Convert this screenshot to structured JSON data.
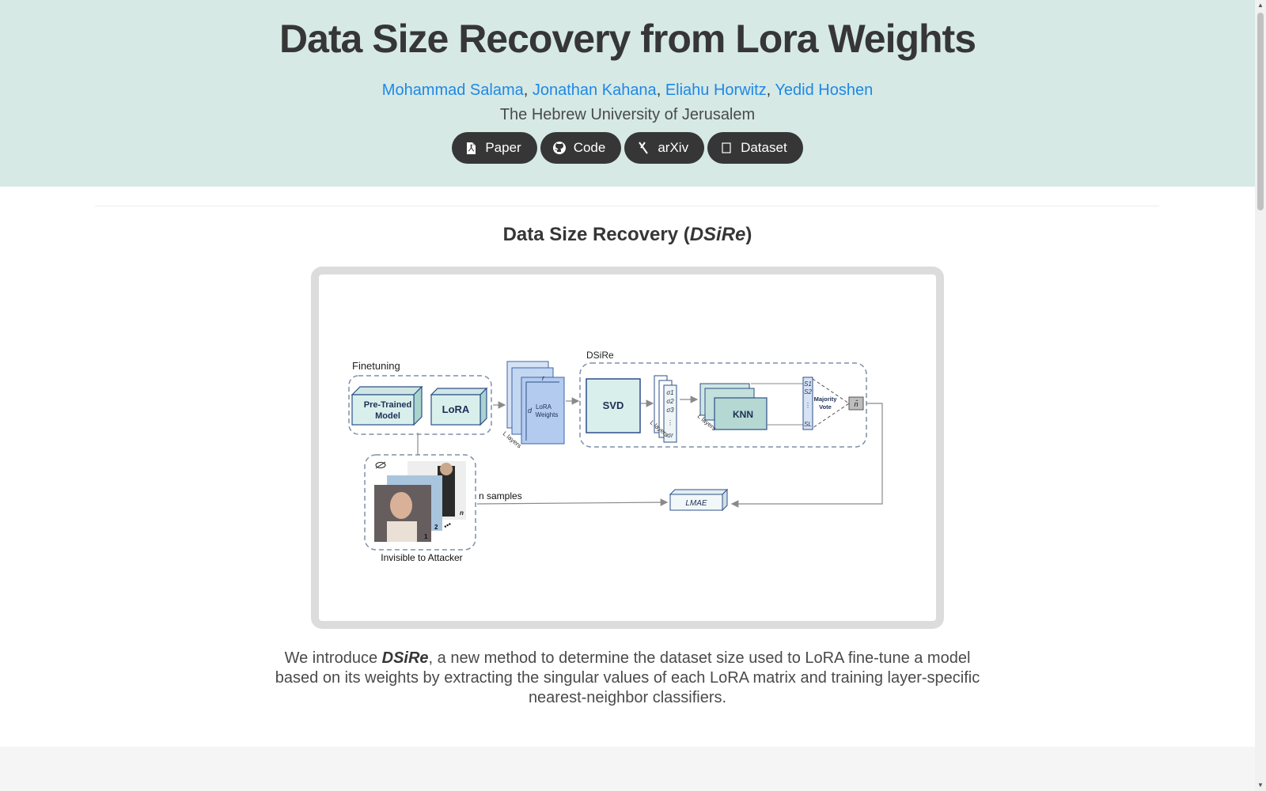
{
  "hero": {
    "title": "Data Size Recovery from Lora Weights",
    "authors": [
      {
        "name": "Mohammad Salama"
      },
      {
        "name": "Jonathan Kahana"
      },
      {
        "name": "Eliahu Horwitz"
      },
      {
        "name": "Yedid Hoshen"
      }
    ],
    "separator": ",",
    "affiliation": "The Hebrew University of Jerusalem",
    "buttons": [
      {
        "label": "Paper",
        "icon": "pdf-icon"
      },
      {
        "label": "Code",
        "icon": "github-icon"
      },
      {
        "label": "arXiv",
        "icon": "arxiv-icon"
      },
      {
        "label": "Dataset",
        "icon": "dataset-icon"
      }
    ]
  },
  "section": {
    "title_prefix": "Data Size Recovery (",
    "title_italic": "DSiRe",
    "title_suffix": ")"
  },
  "figure": {
    "finetuning_label": "Finetuning",
    "pretrained_label_1": "Pre-Trained",
    "pretrained_label_2": "Model",
    "lora_label": "LoRA",
    "lora_weights_1": "LoRA",
    "lora_weights_2": "Weights",
    "r_label": "r",
    "d_label": "d",
    "layers_label": "L layers",
    "dsire_label": "DSiRe",
    "svd_label": "SVD",
    "sigma_labels": [
      "σ1",
      "σ2",
      "σ3",
      "⋮",
      "σr"
    ],
    "knn_label": "KNN",
    "s_labels": [
      "S1",
      "S2",
      "⋮",
      "SL"
    ],
    "vote_1": "Majority",
    "vote_2": "Vote",
    "n_hat": "n̂",
    "n_samples": "n samples",
    "loss_label": "LMAE",
    "invisible_label": "Invisible to Attacker",
    "img_index_1": "1",
    "img_index_2": "2",
    "img_index_n": "n"
  },
  "description": {
    "prefix": "We introduce ",
    "method": "DSiRe",
    "suffix": ", a new method to determine the dataset size used to LoRA fine-tune a model based on its weights by extracting the singular values of each LoRA matrix and training layer-specific nearest-neighbor classifiers."
  }
}
